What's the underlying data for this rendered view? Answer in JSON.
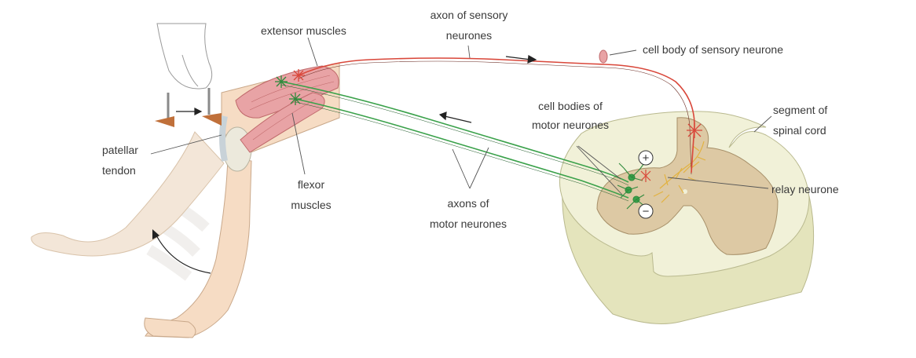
{
  "labels": {
    "extensor_muscles": "extensor muscles",
    "axon_sensory_line1": "axon of sensory",
    "axon_sensory_line2": "neurones",
    "cell_body_sensory": "cell body of sensory neurone",
    "segment_line1": "segment of",
    "segment_line2": "spinal cord",
    "cell_bodies_motor_line1": "cell bodies of",
    "cell_bodies_motor_line2": "motor neurones",
    "patellar_line1": "patellar",
    "patellar_line2": "tendon",
    "flexor_line1": "flexor",
    "flexor_line2": "muscles",
    "axons_motor_line1": "axons of",
    "axons_motor_line2": "motor neurones",
    "relay_neurone": "relay neurone",
    "plus_symbol": "+",
    "minus_symbol": "−"
  },
  "colors": {
    "skin": "#f6dcc4",
    "skin_outline": "#c9a88a",
    "muscle": "#e8a3a5",
    "sensory_axon": "#d9473a",
    "motor_axon": "#3aa14a",
    "white_matter": "#f1f1d8",
    "grey_matter": "#ddc9a4",
    "relay": "#e2b240"
  }
}
